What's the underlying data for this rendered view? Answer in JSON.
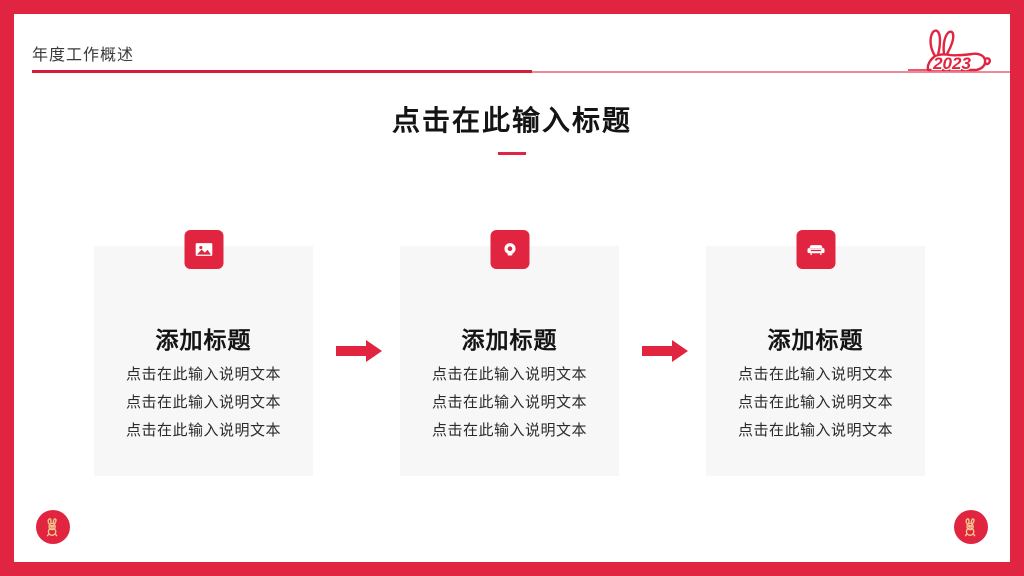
{
  "theme": {
    "brand_red": "#E1243F",
    "rule_red": "#D41F38",
    "rule_pink": "#EE8A9C",
    "card_bg": "#F7F7F7",
    "text_dark": "#141414",
    "page_bg": "#FFFFFF"
  },
  "header": {
    "title": "年度工作概述",
    "logo_year": "2023",
    "logo_icon": "rabbit-2023-outline-icon"
  },
  "main": {
    "title": "点击在此输入标题",
    "divider": "red-dash-divider"
  },
  "cards": [
    {
      "icon": "image-picture-icon",
      "heading": "添加标题",
      "lines": [
        "点击在此输入说明文本",
        "点击在此输入说明文本",
        "点击在此输入说明文本"
      ]
    },
    {
      "icon": "aperture-ring-icon",
      "heading": "添加标题",
      "lines": [
        "点击在此输入说明文本",
        "点击在此输入说明文本",
        "点击在此输入说明文本"
      ]
    },
    {
      "icon": "sofa-couch-icon",
      "heading": "添加标题",
      "lines": [
        "点击在此输入说明文本",
        "点击在此输入说明文本",
        "点击在此输入说明文本"
      ]
    }
  ],
  "connectors": [
    {
      "icon": "arrow-right-icon"
    },
    {
      "icon": "arrow-right-icon"
    }
  ],
  "decorations": {
    "bottom_left": "rabbit-badge-icon",
    "bottom_right": "rabbit-badge-icon"
  }
}
